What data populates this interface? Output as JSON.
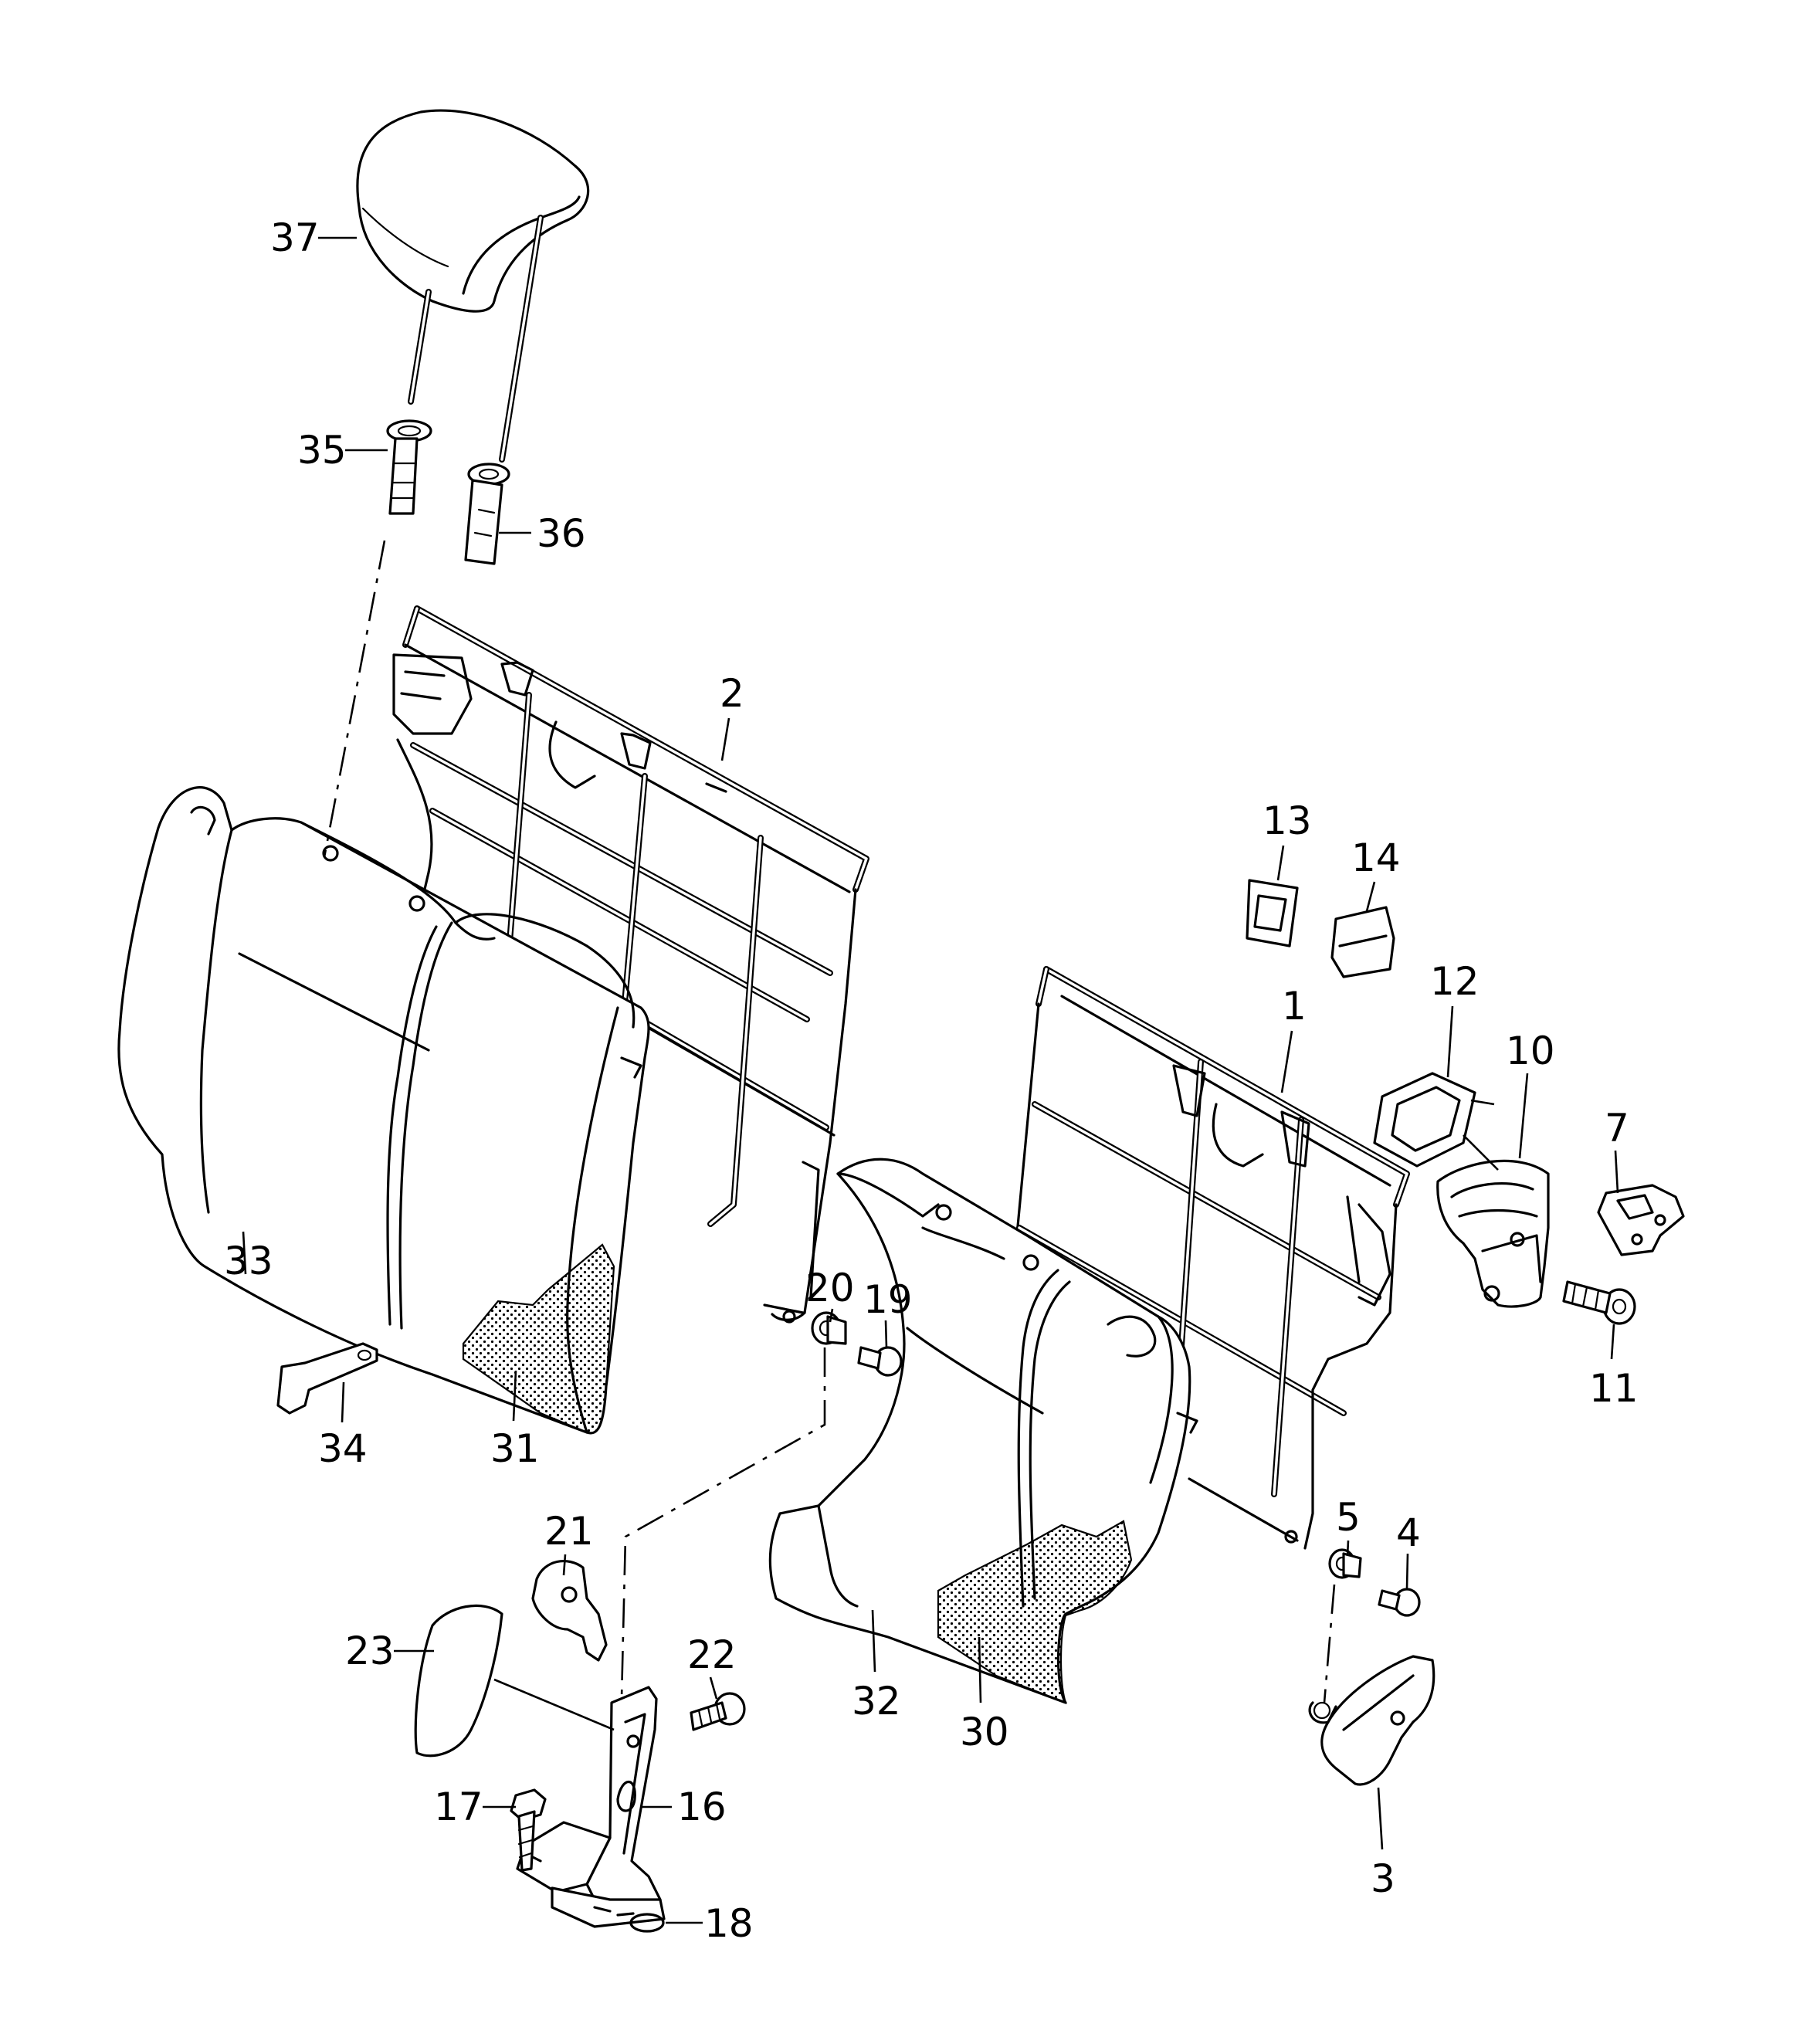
{
  "labels": {
    "p1": "1",
    "p2": "2",
    "p3": "3",
    "p4": "4",
    "p5": "5",
    "p7": "7",
    "p10": "10",
    "p11": "11",
    "p12": "12",
    "p13": "13",
    "p14": "14",
    "p16": "16",
    "p17": "17",
    "p18": "18",
    "p19": "19",
    "p20": "20",
    "p21": "21",
    "p22": "22",
    "p23": "23",
    "p30": "30",
    "p31": "31",
    "p32": "32",
    "p33": "33",
    "p34": "34",
    "p35": "35",
    "p36": "36",
    "p37": "37"
  },
  "colors": {
    "line": "#000000",
    "background": "#ffffff",
    "upholstery_pattern": "stipple"
  }
}
